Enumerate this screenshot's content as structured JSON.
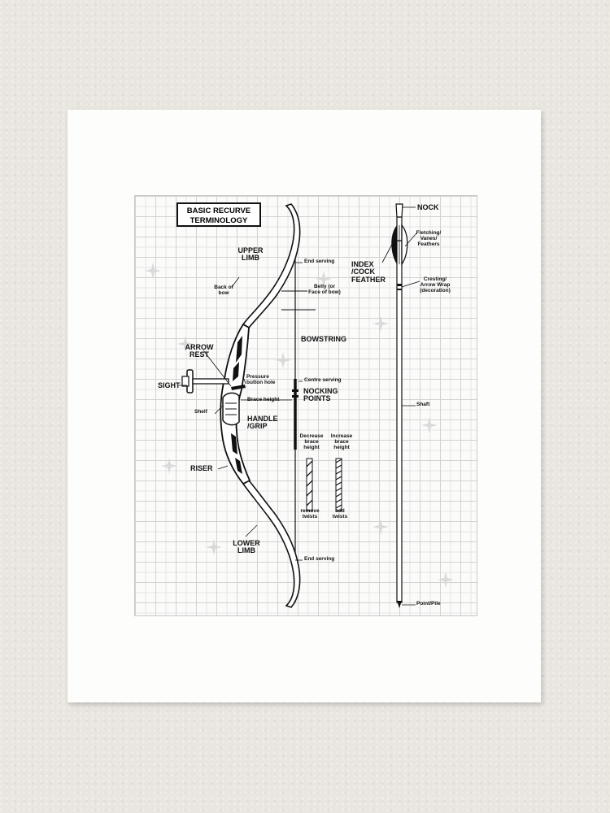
{
  "title": "BASIC RECURVE TERMINOLOGY",
  "labels": {
    "upper_limb": "UPPER LIMB",
    "back_of_bow": "Back of bow",
    "end_serving_top": "End serving",
    "belly": "Belly (or Face of bow)",
    "bowstring": "BOWSTRING",
    "arrow_rest": "ARROW REST",
    "sight": "SIGHT",
    "pressure_button_hole": "Pressure button hole",
    "centre_serving": "Centre serving",
    "nocking_points": "NOCKING POINTS",
    "brace_height": "Brace height",
    "shelf": "Shelf",
    "handle_grip": "HANDLE /GRIP",
    "decrease_brace_height": "Decrease brace height",
    "increase_brace_height": "Increase brace height",
    "riser": "RISER",
    "remove_twists": "remove twists",
    "add_twists": "add twists",
    "lower_limb": "LOWER LIMB",
    "end_serving_bottom": "End serving",
    "nock": "NOCK",
    "fletching": "Fletching/ Vanes/ Feathers",
    "index_cock_feather": "INDEX /COCK FEATHER",
    "cresting": "Cresting/ Arrow Wrap (decoration)",
    "shaft": "Shaft",
    "point_pile": "Point/Pile"
  }
}
